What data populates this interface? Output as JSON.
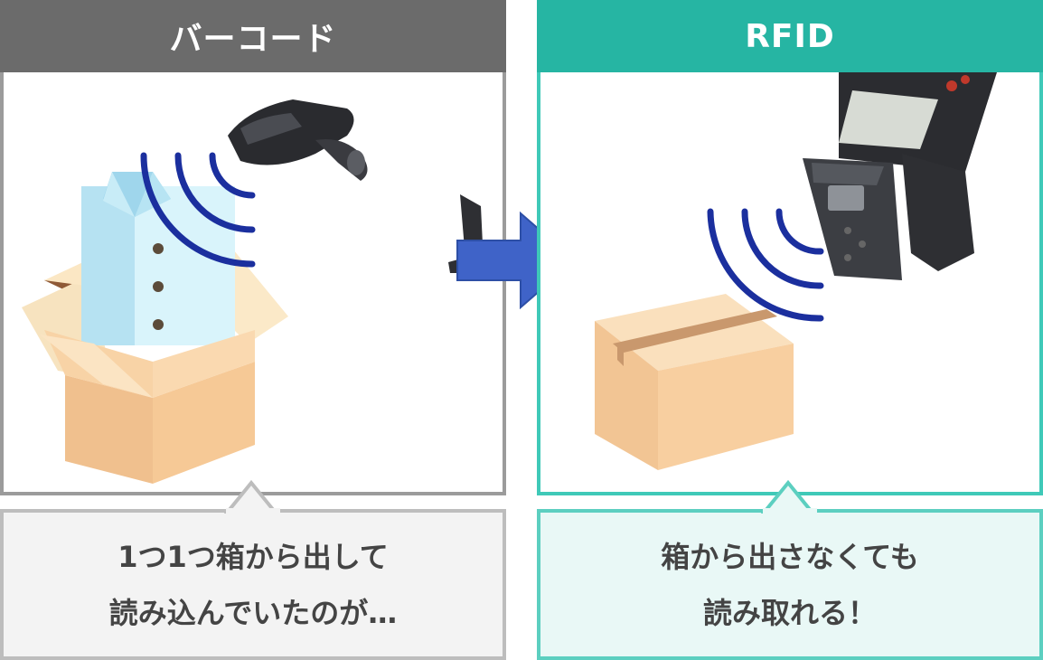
{
  "left": {
    "title": "バーコード",
    "caption_line1": "1つ1つ箱から出して",
    "caption_line2": "読み込んでいたのが…"
  },
  "right": {
    "title": "RFID",
    "caption_line1": "箱から出さなくても",
    "caption_line2": "読み取れる！"
  },
  "colors": {
    "left_header": "#6b6b6b",
    "right_header": "#26b5a3",
    "arrow": "#3f63c8",
    "wave": "#1b2f9e"
  },
  "icons": [
    "barcode-scanner-icon",
    "rfid-handheld-reader-icon",
    "shirt-in-box-icon",
    "sealed-box-icon",
    "signal-wave-icon",
    "right-arrow-icon"
  ]
}
